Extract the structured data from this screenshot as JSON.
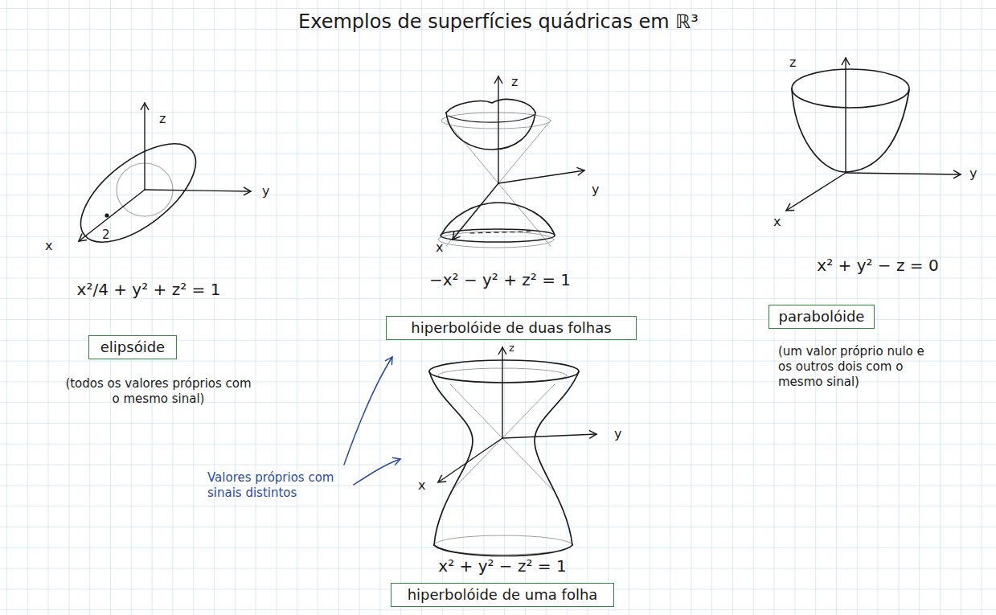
{
  "diagram": {
    "title": "Exemplos de superfícies quádricas em ℝ³",
    "nodes": [
      {
        "text": [
          "elipsóide"
        ]
      },
      {
        "text": [
          "hiperbolóide de duas folhas"
        ]
      },
      {
        "text": [
          "parabolóide"
        ]
      },
      {
        "text": [
          "hiperbolóide de uma folha"
        ]
      }
    ],
    "labels": [
      "z",
      "y",
      "x",
      "2",
      "x²/4 + y² + z² = 1",
      "(todos os valores próprios com o mesmo sinal)",
      "z",
      "y",
      "x",
      "−x² − y² + z² = 1",
      "z",
      "y",
      "x",
      "x² + y² − z = 0",
      "(um valor próprio nulo e os outros dois com o mesmo sinal)",
      "z",
      "y",
      "x",
      "x² + y² − z² = 1",
      "Valores próprios com sinais distintos"
    ]
  }
}
